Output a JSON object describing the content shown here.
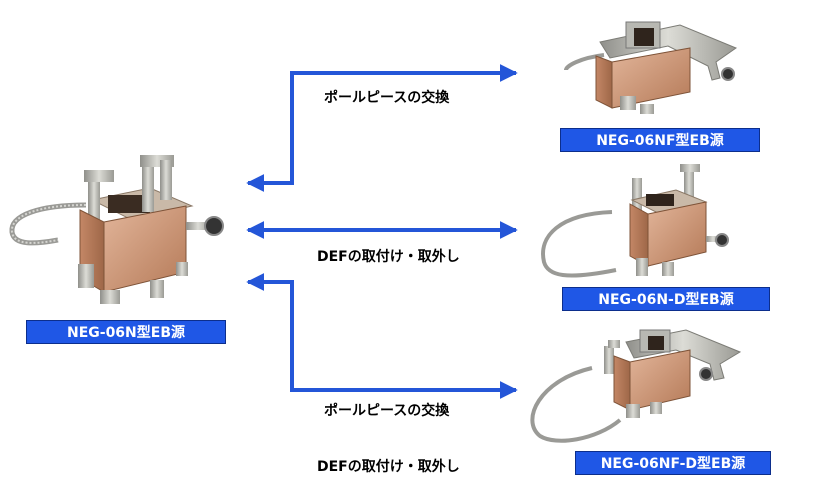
{
  "main_unit": {
    "label": "NEG-06N型EB源"
  },
  "variants": [
    {
      "label": "NEG-06NF型EB源"
    },
    {
      "label": "NEG-06N-D型EB源"
    },
    {
      "label": "NEG-06NF-D型EB源"
    }
  ],
  "captions": {
    "pole_piece_1": "ポールピースの交換",
    "def_1": "DEFの取付け・取外し",
    "pole_piece_2": "ポールピースの交換",
    "def_2": "DEFの取付け・取外し"
  },
  "colors": {
    "arrow": "#2456d8",
    "label_bg": "#1f57e6",
    "copper": "#c98d6b",
    "steel": "#b9b9b3"
  }
}
